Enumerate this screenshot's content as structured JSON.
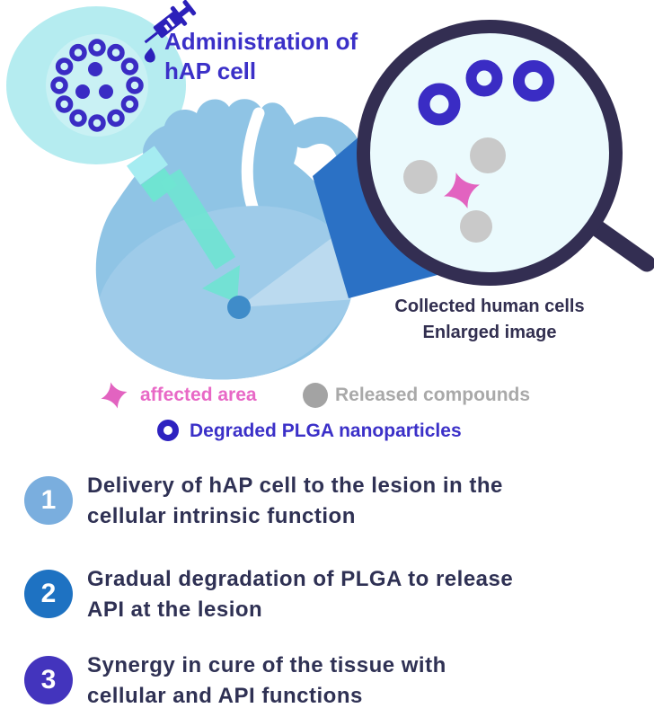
{
  "title": {
    "text": "Administration of\nhAP cell"
  },
  "magnifier": {
    "caption": "Collected human cells\nEnlarged image"
  },
  "legend": {
    "affected_area": {
      "label": "affected area",
      "color": "#E868C6",
      "icon": "four-point-star",
      "icon_color": "#E263C0"
    },
    "released_compounds": {
      "label": "Released compounds",
      "color": "#A9A9A9",
      "icon": "filled-circle",
      "icon_color": "#A3A3A3"
    },
    "degraded_plga": {
      "label": "Degraded PLGA nanoparticles",
      "color": "#3B30C8",
      "icon": "ring",
      "icon_color": "#2E22C0"
    }
  },
  "steps": [
    {
      "number": "1",
      "badge_color": "#7AAEDE",
      "text": "Delivery of hAP cell to the lesion in the\ncellular intrinsic function"
    },
    {
      "number": "2",
      "badge_color": "#1E72C2",
      "text": "Gradual degradation of PLGA to release\nAPI at the lesion"
    },
    {
      "number": "3",
      "badge_color": "#4334BD",
      "text": "Synergy in cure of the tissue with\ncellular and API functions"
    }
  ],
  "colors": {
    "indigo": "#3A2CC4",
    "cell_membrane": "#B5ECF0",
    "cell_inner": "#C9F1F4",
    "heart_body": "#8FC4E5",
    "heart_ventricle": "#9ECBE9",
    "injection_teal": "#6FE4D2",
    "injection_light": "#A5ECF1",
    "lesion_dot": "#3F8CC9",
    "zoom_beam": "#2B71C5",
    "magnifier_rim": "#332E52",
    "magnifier_fill": "#EBFAFD",
    "released_gray": "#C9C9C9",
    "affected_pink": "#E263C0"
  }
}
